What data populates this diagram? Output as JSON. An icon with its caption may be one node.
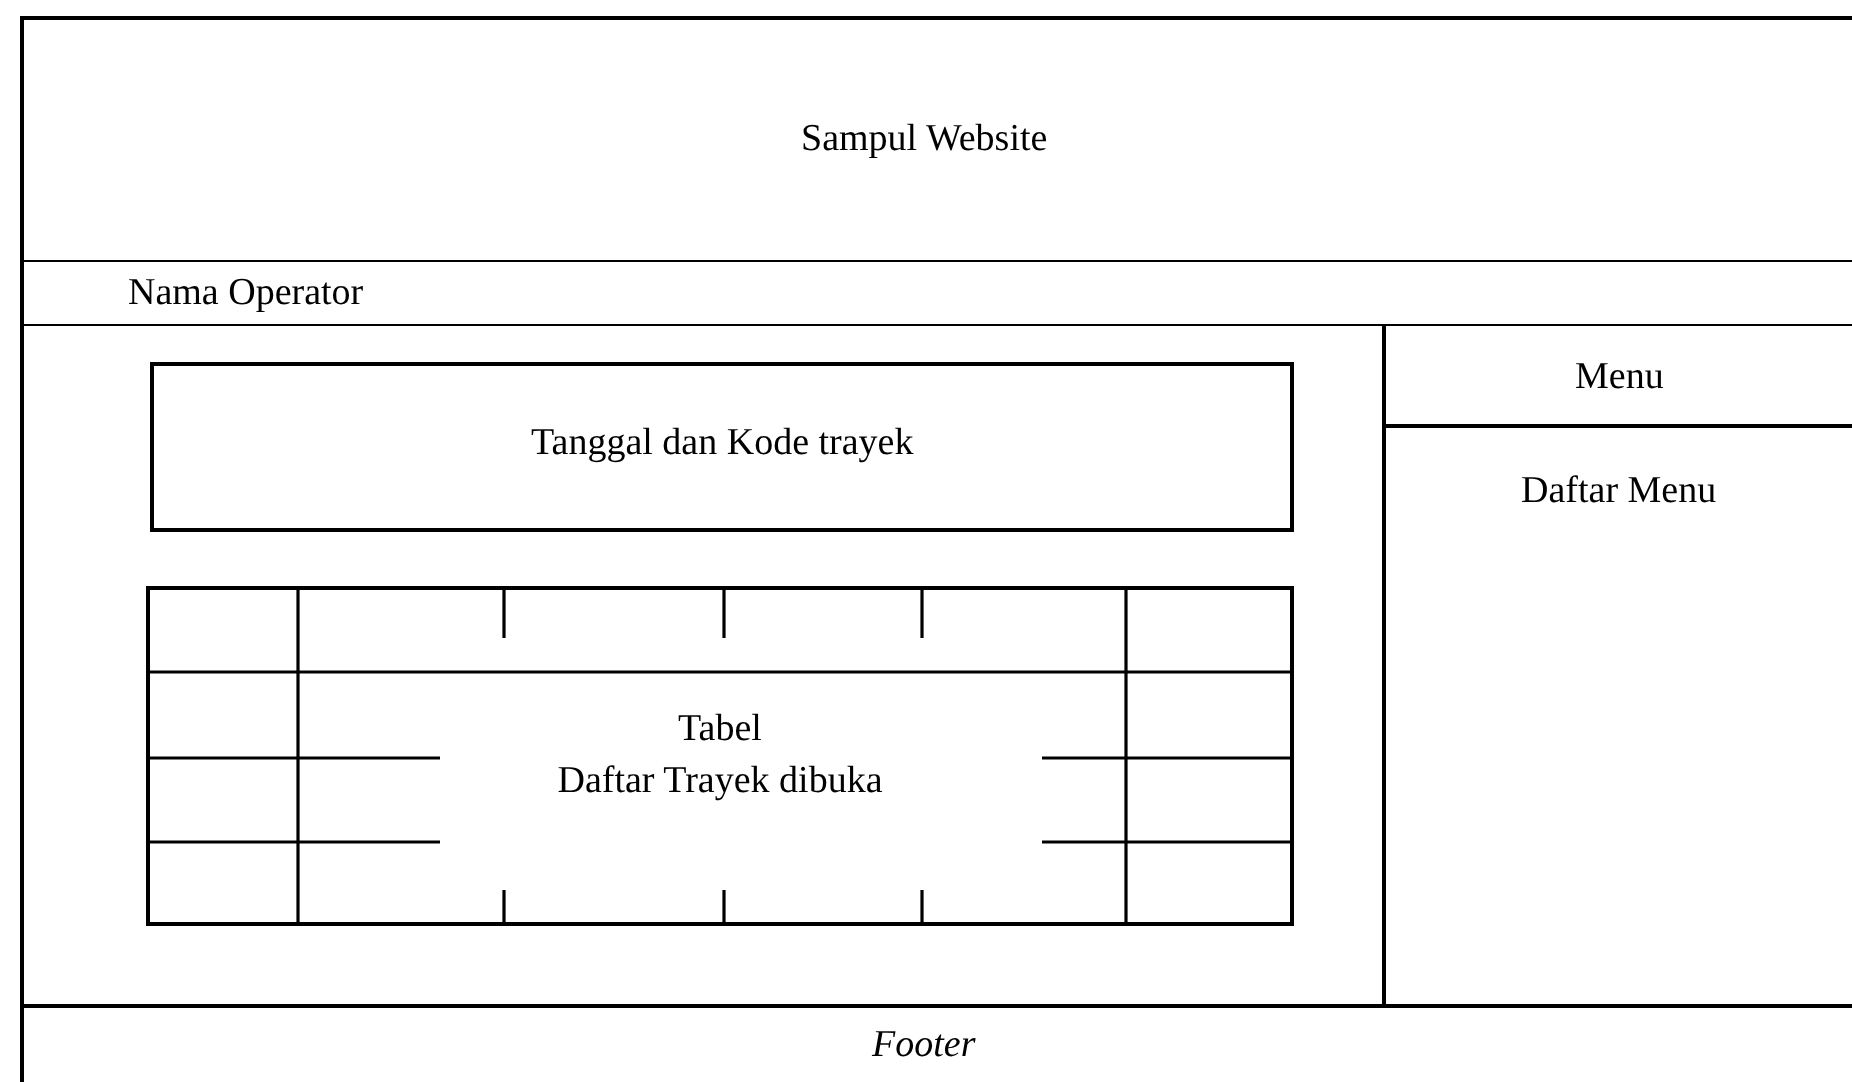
{
  "diagram": {
    "nodes": [
      {
        "text": [
          "Sampul Website"
        ]
      },
      {
        "text": [
          "Nama Operator"
        ]
      },
      {
        "text": [
          "Tanggal dan Kode trayek"
        ]
      },
      {
        "text": [
          "Tabel Daftar Trayek dibuka"
        ]
      },
      {
        "text": [
          "Menu"
        ]
      },
      {
        "text": [
          "Daftar Menu"
        ]
      },
      {
        "text": [
          "Footer"
        ]
      }
    ]
  }
}
